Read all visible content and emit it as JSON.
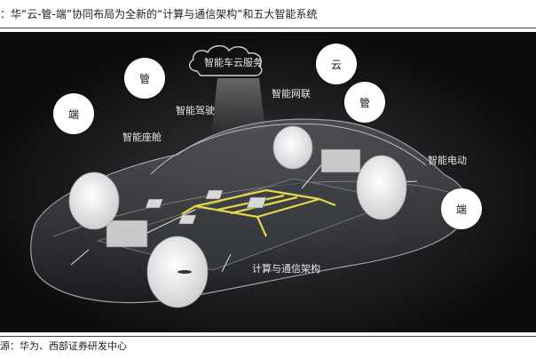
{
  "caption": {
    "text": "：华“云-管-端”协同布局为全新的“计算与通信架构”和五大智能系统"
  },
  "diagram": {
    "cloud_service": "智能车云服务",
    "labels": {
      "network": "智能网联",
      "driving": "智能驾驶",
      "cockpit": "智能座舱",
      "electric": "智能电动",
      "architecture": "计算与通信架构"
    },
    "bubbles": {
      "cloud": "云",
      "pipe_left": "管",
      "pipe_right": "管",
      "end_left": "端",
      "end_right": "端"
    }
  },
  "source": {
    "text": "源：华为、西部证券研发中心"
  },
  "colors": {
    "panel_bg": "#0b0b0c",
    "circuit": "#e6d84a",
    "wheel": "#f2f2f2"
  }
}
